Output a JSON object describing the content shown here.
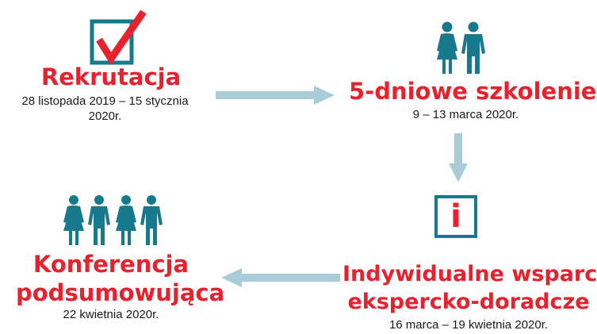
{
  "stages": {
    "recruitment": {
      "title": "Rekrutacja",
      "date_line1": "28 listopada 2019 – 15 stycznia",
      "date_line2": "2020r.",
      "icon": "checkbox-check-icon"
    },
    "training": {
      "title": "5-dniowe szkolenie",
      "date": "9 – 13 marca 2020r.",
      "icon": "couple-people-icon"
    },
    "support": {
      "title_line1": "Indywidualne wsparcie",
      "title_line2": "ekspercko-doradcze",
      "date": "16 marca – 19 kwietnia 2020r.",
      "icon": "info-box-icon",
      "icon_text": "i"
    },
    "conference": {
      "title_line1": "Konferencja",
      "title_line2": "podsumowująca",
      "date": "22 kwietnia 2020r.",
      "icon": "group-people-icon"
    }
  },
  "colors": {
    "accent_red": "#e8212e",
    "teal": "#167a8c",
    "arrow": "#a9cdd8",
    "text": "#1a1a1a"
  }
}
